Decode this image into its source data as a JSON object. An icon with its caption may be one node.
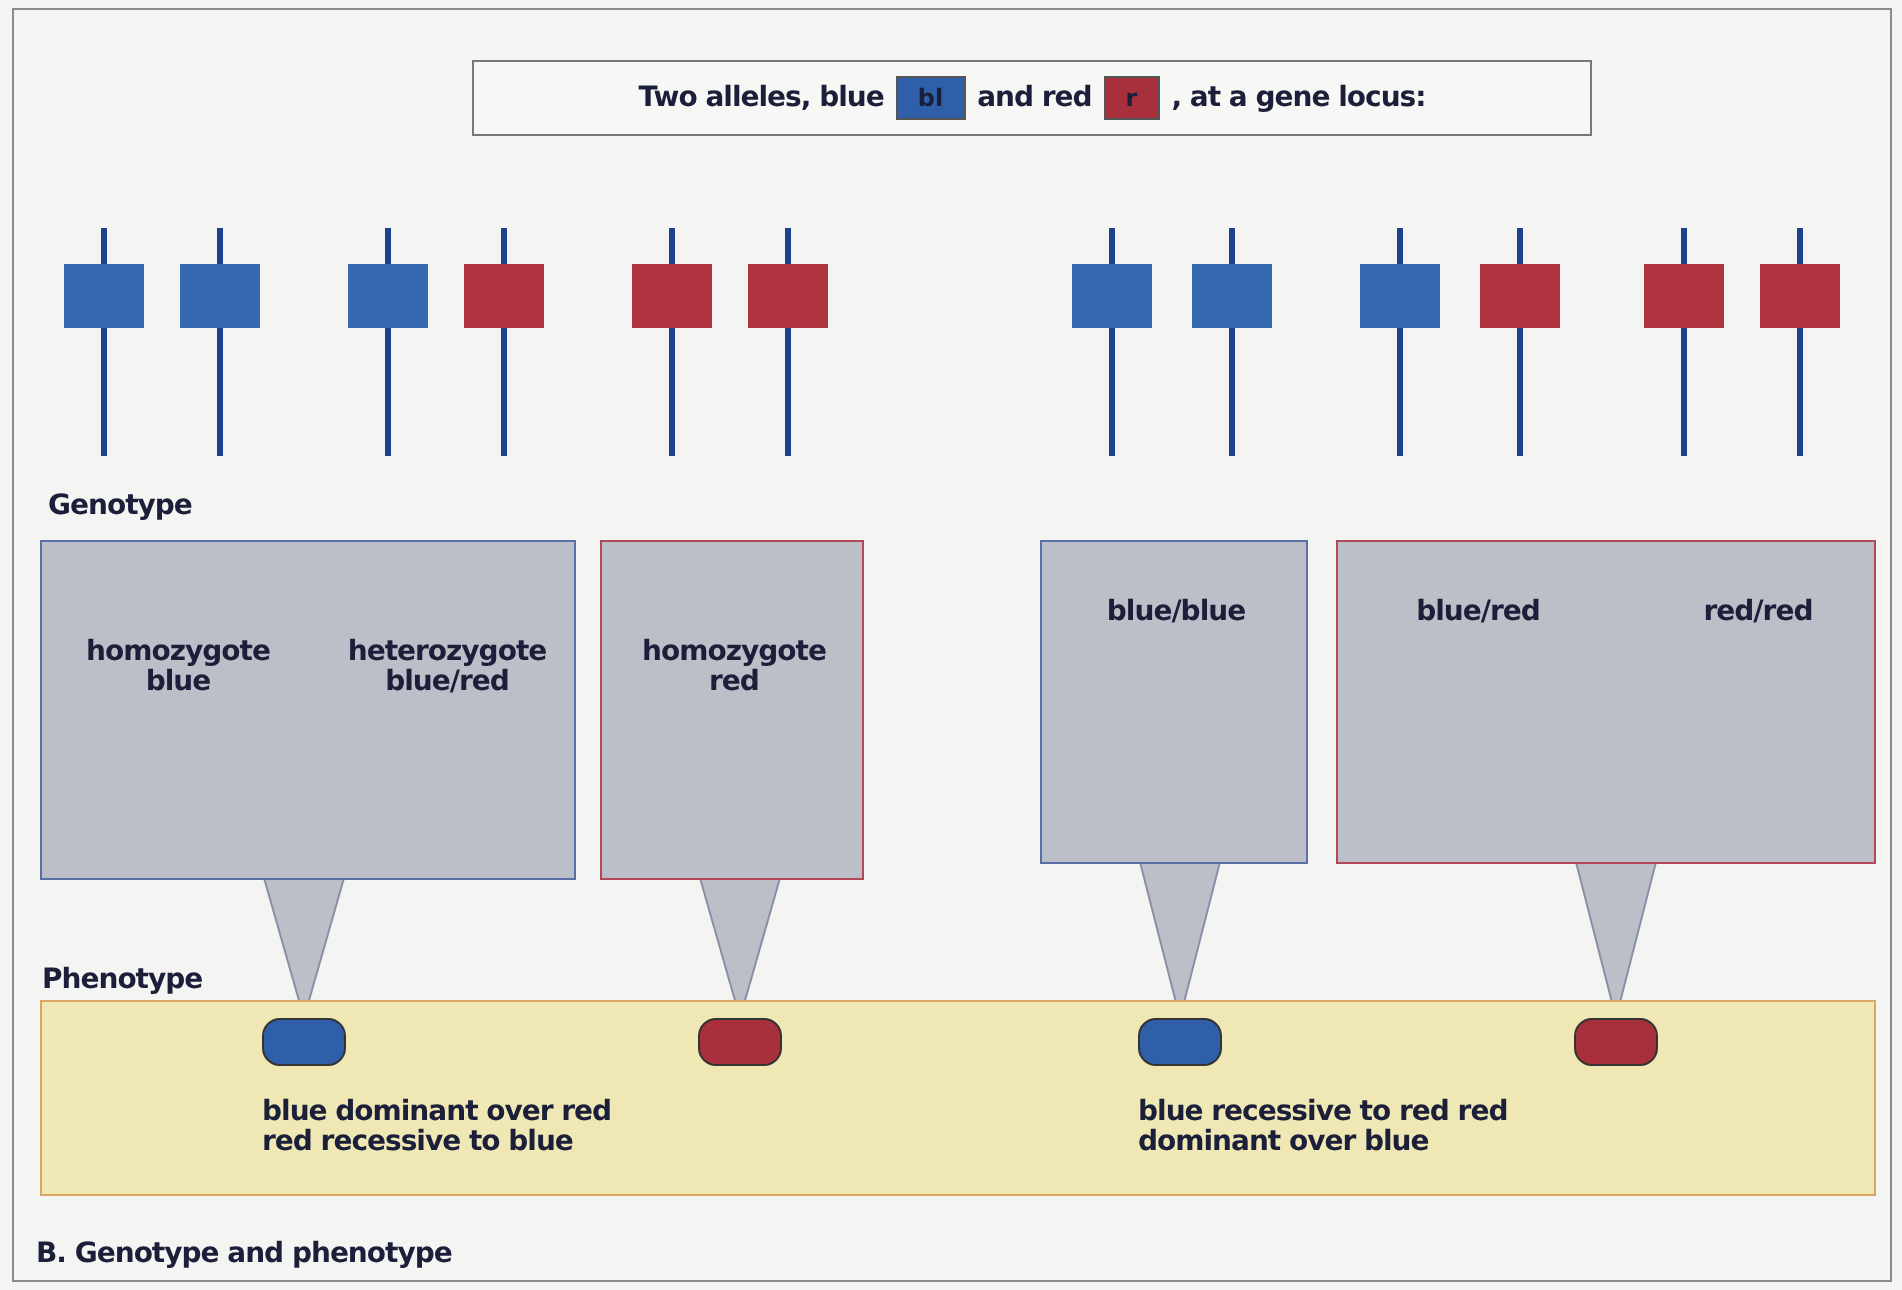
{
  "diagram": {
    "caption": "B. Genotype and phenotype",
    "nodes": [
      {
        "text": [
          "Two alleles, blue",
          "and red",
          ", at a gene locus:"
        ]
      },
      {
        "text": [
          "bl"
        ],
        "in": 0
      },
      {
        "text": [
          "r"
        ],
        "in": 0
      },
      {
        "text": [
          "homozygote blue",
          "heterozygote blue/red"
        ]
      },
      {
        "text": [
          "homozygote red"
        ]
      },
      {
        "text": [
          "blue/blue"
        ]
      },
      {
        "text": [
          "blue/red",
          "red/red"
        ]
      },
      {
        "text": [
          "Phenotype",
          "blue dominant over red red recessive to blue",
          "blue recessive to red red dominant over blue"
        ]
      },
      {
        "text": [],
        "shape": "box",
        "in": 7
      },
      {
        "text": [],
        "shape": "box",
        "in": 7
      },
      {
        "text": [],
        "shape": "box",
        "in": 7
      },
      {
        "text": [],
        "shape": "box",
        "in": 7
      }
    ],
    "edges": [
      {
        "from": 3,
        "to": 8,
        "arrow": "to"
      },
      {
        "from": 4,
        "to": 9,
        "arrow": "to"
      },
      {
        "from": 5,
        "to": 10,
        "arrow": "to"
      },
      {
        "from": 6,
        "to": 11,
        "arrow": "to"
      }
    ],
    "labels": [
      "Genotype"
    ]
  }
}
